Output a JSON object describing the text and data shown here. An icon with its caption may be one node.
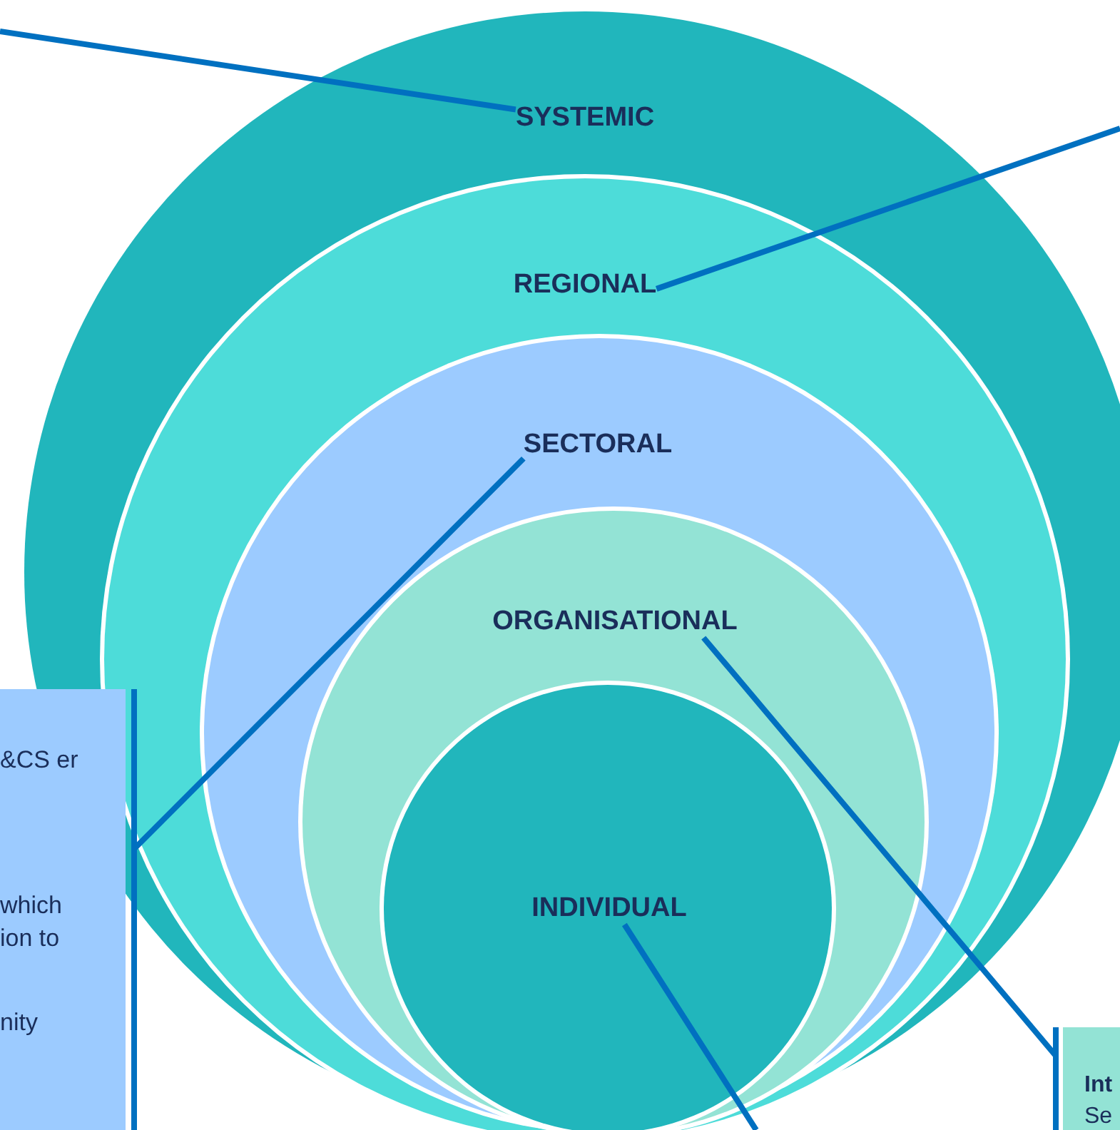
{
  "diagram": {
    "nodes": [
      {
        "text": [],
        "shape": "circle"
      },
      {
        "text": [
          "SYSTEMIC"
        ],
        "in": 0
      },
      {
        "text": [],
        "shape": "circle",
        "in": 0
      },
      {
        "text": [
          "REGIONAL"
        ],
        "in": 2
      },
      {
        "text": [],
        "shape": "circle",
        "in": 2
      },
      {
        "text": [
          "SECTORAL"
        ],
        "in": 4
      },
      {
        "text": [],
        "shape": "circle",
        "in": 4
      },
      {
        "text": [
          "ORGANISATIONAL"
        ],
        "in": 6
      },
      {
        "text": [],
        "shape": "circle",
        "in": 6
      },
      {
        "text": [
          "INDIVIDUAL"
        ],
        "in": 8
      },
      {
        "text": [
          "&CS er",
          "which ion to",
          "nity"
        ]
      },
      {
        "text": [
          "Int",
          "Se"
        ]
      }
    ],
    "edges": [
      {
        "from": 1,
        "to": null,
        "arrow": "none"
      },
      {
        "from": 3,
        "to": null,
        "arrow": "none"
      },
      {
        "from": 5,
        "to": 10,
        "arrow": "none"
      },
      {
        "from": 7,
        "to": 11,
        "arrow": "none"
      },
      {
        "from": 9,
        "to": null,
        "arrow": "none"
      }
    ]
  }
}
